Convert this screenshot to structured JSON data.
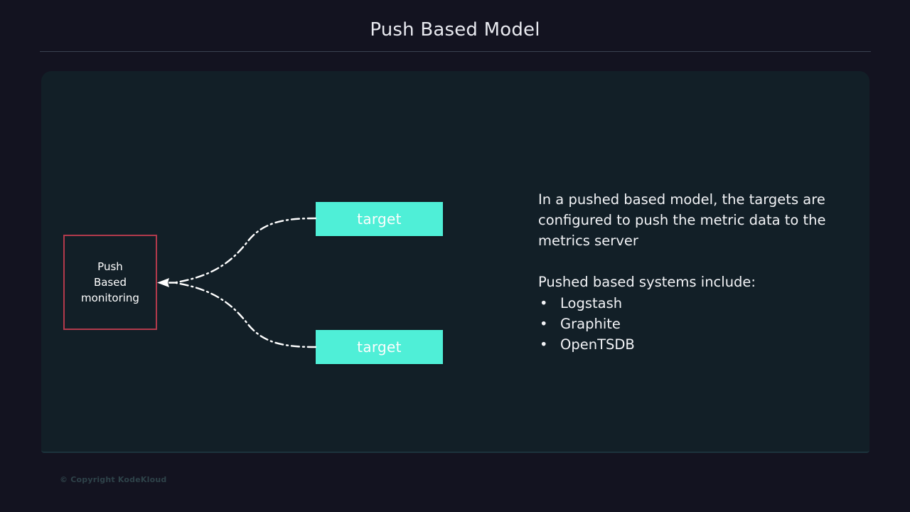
{
  "header": {
    "title": "Push Based Model"
  },
  "diagram": {
    "source_box": {
      "label": "Push\nBased\nmonitoring",
      "border_color": "#b23a4c"
    },
    "targets": [
      {
        "label": "target"
      },
      {
        "label": "target"
      }
    ],
    "connectors": {
      "style": "dash-dot",
      "color": "#ffffff",
      "arrow_direction": "left",
      "description": "two curved dash-dot lines from targets converging into one arrow pointing at the push based monitoring box"
    },
    "accent_color": "#4fefd7",
    "panel_background": "#121f27"
  },
  "info": {
    "paragraph": "In a pushed based model, the targets are configured to push the metric data to the metrics server",
    "list_heading": "Pushed based systems include:",
    "bullet_glyph": "•",
    "list_items": [
      "Logstash",
      "Graphite",
      "OpenTSDB"
    ]
  },
  "footer": {
    "copyright": "© Copyright KodeKloud"
  }
}
